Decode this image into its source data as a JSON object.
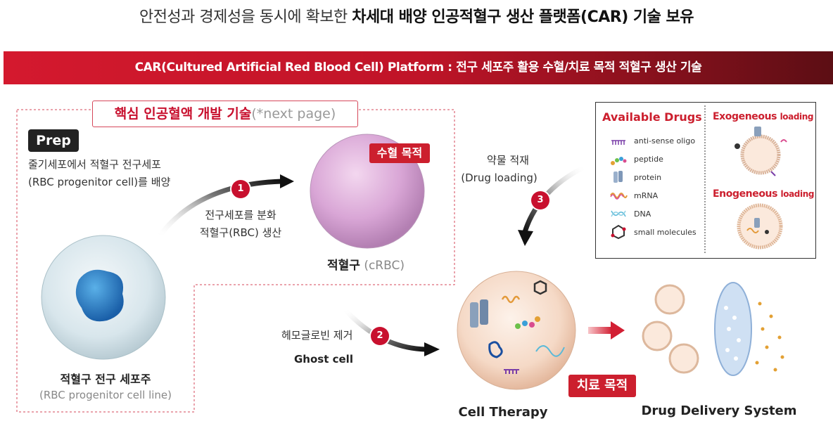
{
  "headline": {
    "normal": "안전성과 경제성을 동시에 확보한 ",
    "bold": "차세대 배양 인공적혈구 생산 플랫폼(CAR) 기술 보유"
  },
  "banner": "CAR(Cultured Artificial Red Blood Cell) Platform : 전구 세포주 활용 수혈/치료 목적 적혈구 생산 기술",
  "core_tech": {
    "main": "핵심 인공혈액 개발 기술",
    "sub": "(*next page)"
  },
  "prep": {
    "badge": "Prep",
    "line1": "줄기세포에서 적혈구 전구세포",
    "line2": "(RBC progenitor cell)를 배양"
  },
  "progenitor": {
    "title": "적혈구 전구 세포주",
    "subtitle": "(RBC progenitor cell line)"
  },
  "step1": {
    "num": "1",
    "line1": "전구세포를 분화",
    "line2": "적혈구(RBC) 생산"
  },
  "rbc": {
    "tag": "수혈 목적",
    "title": "적혈구",
    "subtitle": " (cRBC)"
  },
  "step2": {
    "num": "2",
    "line1": "헤모글로빈 제거",
    "line2": "Ghost cell"
  },
  "step3": {
    "num": "3",
    "line1": "약물 적재",
    "line2": "(Drug loading)"
  },
  "drugs": {
    "title": "Available Drugs",
    "items": [
      "anti-sense oligo",
      "peptide",
      "protein",
      "mRNA",
      "DNA",
      "small molecules"
    ],
    "exo": {
      "main": "Exogeneous ",
      "sub": "loading"
    },
    "endo": {
      "main": "Enogeneous ",
      "sub": "loading"
    }
  },
  "therapy": {
    "tag": "치료 목적",
    "title": "Cell Therapy"
  },
  "delivery": {
    "title": "Drug Delivery System"
  },
  "colors": {
    "accent": "#cc1f2e",
    "banner_dark": "#5c0e14"
  }
}
